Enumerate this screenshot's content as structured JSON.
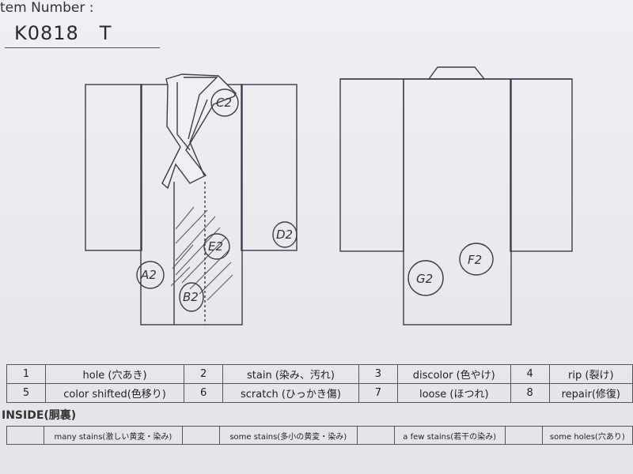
{
  "header": {
    "item_number_label": "tem Number :",
    "item_code": "K0818   T"
  },
  "front_marks": [
    {
      "label": "C2"
    },
    {
      "label": "D2"
    },
    {
      "label": "E2"
    },
    {
      "label": "A2"
    },
    {
      "label": "B2"
    }
  ],
  "back_marks": [
    {
      "label": "F2"
    },
    {
      "label": "G2"
    }
  ],
  "legend": [
    [
      {
        "num": "1",
        "text": "hole (穴あき)"
      },
      {
        "num": "2",
        "text": "stain (染み、汚れ)"
      },
      {
        "num": "3",
        "text": "discolor (色やけ)"
      },
      {
        "num": "4",
        "text": "rip (裂け)"
      }
    ],
    [
      {
        "num": "5",
        "text": "color shifted(色移り)"
      },
      {
        "num": "6",
        "text": "scratch (ひっかき傷)"
      },
      {
        "num": "7",
        "text": "loose (ほつれ)"
      },
      {
        "num": "8",
        "text": "repair(修復)"
      }
    ]
  ],
  "inside": {
    "label": "INSIDE(胴裏)",
    "items": [
      "many stains(激しい黄変・染み)",
      "some stains(多小の黄変・染み)",
      "a few stains(若干の染み)",
      "some holes(穴あり)"
    ]
  }
}
